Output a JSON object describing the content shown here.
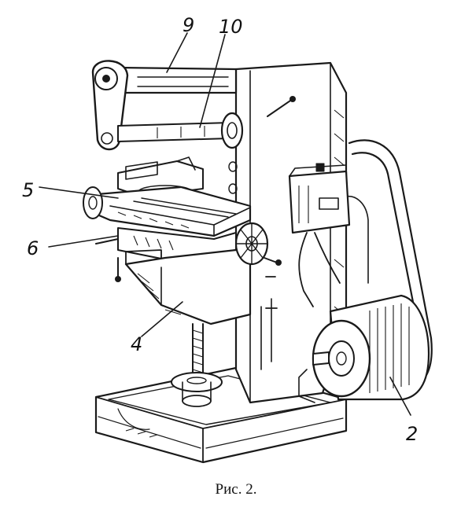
{
  "figure": {
    "caption": "Рис. 2."
  },
  "callouts": [
    {
      "id": "label-9",
      "text": "9"
    },
    {
      "id": "label-10",
      "text": "10"
    },
    {
      "id": "label-5",
      "text": "5"
    },
    {
      "id": "label-6",
      "text": "6"
    },
    {
      "id": "label-4",
      "text": "4"
    },
    {
      "id": "label-2",
      "text": "2"
    }
  ]
}
